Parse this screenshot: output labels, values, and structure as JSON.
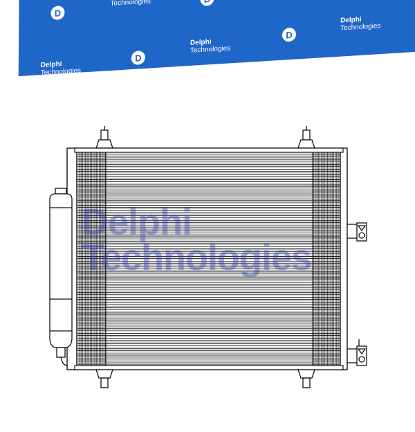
{
  "banner": {
    "color": "#1f66c9",
    "brand": "Delphi",
    "sub": "Technologies",
    "mark": "D"
  },
  "watermark": {
    "line1": "Delphi",
    "line2": "Technologies",
    "color": "#3d46b8"
  },
  "product": {
    "icon": "ac-condenser-radiator"
  }
}
